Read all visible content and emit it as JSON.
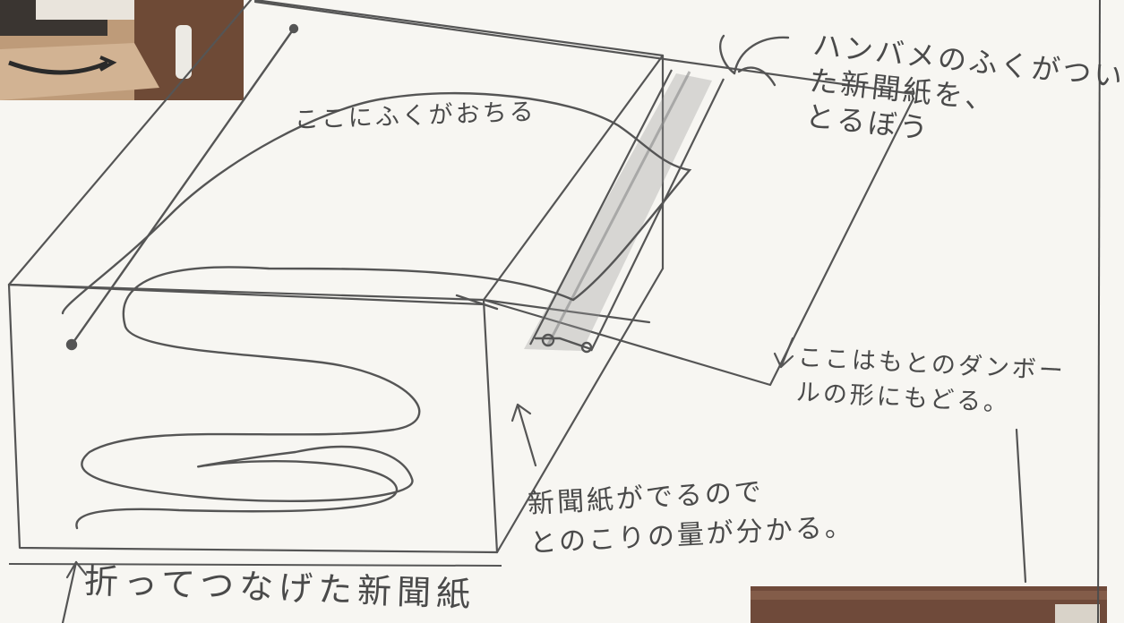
{
  "drawing": {
    "labels": {
      "fall_here": "ここにふくがおちる",
      "rod": "ハンバメのふくがつい\nた新聞紙を、\nとるぼう",
      "shape_return": "ここはもとのダンボー\nルの形にもどる。",
      "amount": "新聞紙がでるので\nとのこりの量が分かる。",
      "joined_paper": "折ってつなげた新聞紙"
    },
    "colors": {
      "pencil": "#555555",
      "paper": "#f7f6f2",
      "shading": "#9a9a9a"
    }
  }
}
